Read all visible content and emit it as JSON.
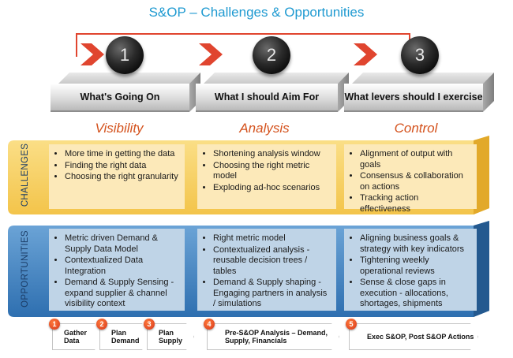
{
  "title": "S&OP – Challenges & Opportunities",
  "stages": [
    {
      "number": "1",
      "heading": "What's Going On",
      "theme": "Visibility"
    },
    {
      "number": "2",
      "heading": "What I should Aim For",
      "theme": "Analysis"
    },
    {
      "number": "3",
      "heading": "What levers should I exercise",
      "theme": "Control"
    }
  ],
  "bands": {
    "challenges_label": "CHALLENGES",
    "opportunities_label": "OPPORTUNITIES"
  },
  "challenges": [
    [
      "More time in getting the data",
      "Finding the right data",
      "Choosing the right granularity"
    ],
    [
      "Shortening analysis window",
      "Choosing the right metric model",
      "Exploding ad-hoc scenarios"
    ],
    [
      "Alignment of output with goals",
      "Consensus & collaboration on actions",
      "Tracking action effectiveness"
    ]
  ],
  "opportunities": [
    [
      "Metric driven Demand & Supply Data Model",
      "Contextualized Data Integration",
      "Demand & Supply Sensing - expand supplier & channel visibility context"
    ],
    [
      "Right metric model",
      "Contextualized analysis - reusable decision trees / tables",
      "Demand & Supply shaping - Engaging partners in analysis / simulations"
    ],
    [
      "Aligning business goals & strategy with key indicators",
      "Tightening weekly operational reviews",
      "Sense & close gaps in execution - allocations, shortages, shipments"
    ]
  ],
  "steps": [
    {
      "number": "1",
      "line1": "Gather",
      "line2": "Data"
    },
    {
      "number": "2",
      "line1": "Plan",
      "line2": "Demand"
    },
    {
      "number": "3",
      "line1": "Plan",
      "line2": "Supply"
    },
    {
      "number": "4",
      "line1": "Pre-S&OP Analysis – Demand,",
      "line2": "Supply, Financials"
    },
    {
      "number": "5",
      "line1": "Exec S&OP, Post S&OP Actions",
      "line2": ""
    }
  ],
  "colors": {
    "title": "#1f9ad1",
    "accent": "#e0452f",
    "theme_text": "#d4521d",
    "challenge_fill": "#fce9b9",
    "opportunity_fill": "#bfd4e7",
    "challenge_band": "#f6cf5a",
    "opportunity_band": "#3f83c2"
  }
}
